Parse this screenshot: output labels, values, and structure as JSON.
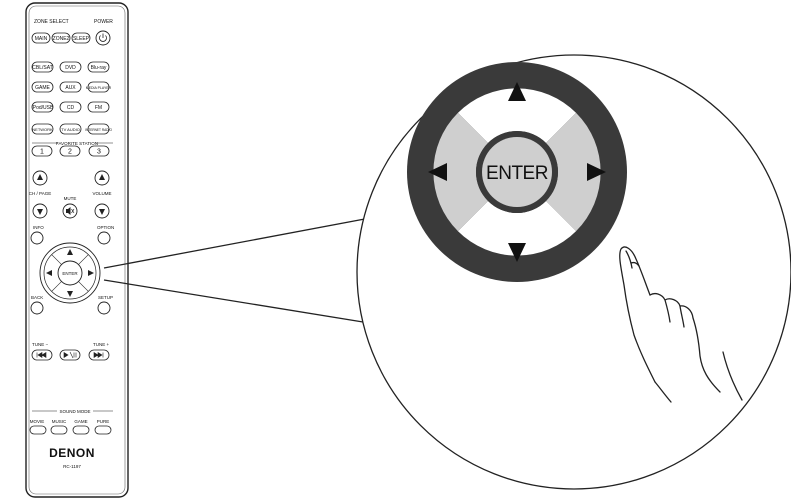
{
  "remote": {
    "labels": {
      "zone_select": "ZONE SELECT",
      "power": "POWER",
      "favorite_station": "FAVORITE STATION",
      "ch_page": "CH / PAGE",
      "mute": "MUTE",
      "volume": "VOLUME",
      "info": "INFO",
      "option": "OPTION",
      "back": "BACK",
      "setup": "SETUP",
      "tune_minus": "TUNE −",
      "tune_plus": "TUNE +",
      "sound_mode": "SOUND MODE"
    },
    "zone_buttons": [
      "MAIN",
      "ZONE2",
      "SLEEP"
    ],
    "source_buttons": [
      [
        "CBL/SAT",
        "DVD",
        "Blu-ray"
      ],
      [
        "GAME",
        "AUX",
        "MEDIA PLAYER"
      ],
      [
        "iPod/USB",
        "CD",
        "FM"
      ],
      [
        "NETWORK",
        "TV AUDIO",
        "INTERNET RADIO"
      ]
    ],
    "favorite_buttons": [
      "1",
      "2",
      "3"
    ],
    "cursor_enter": "ENTER",
    "sound_mode_buttons": [
      "MOVIE",
      "MUSIC",
      "GAME",
      "PURE"
    ],
    "brand": "DENON",
    "model": "RC-1197"
  },
  "magnified": {
    "enter_label": "ENTER",
    "arrows": [
      "▲",
      "▼",
      "◀",
      "▶"
    ]
  }
}
